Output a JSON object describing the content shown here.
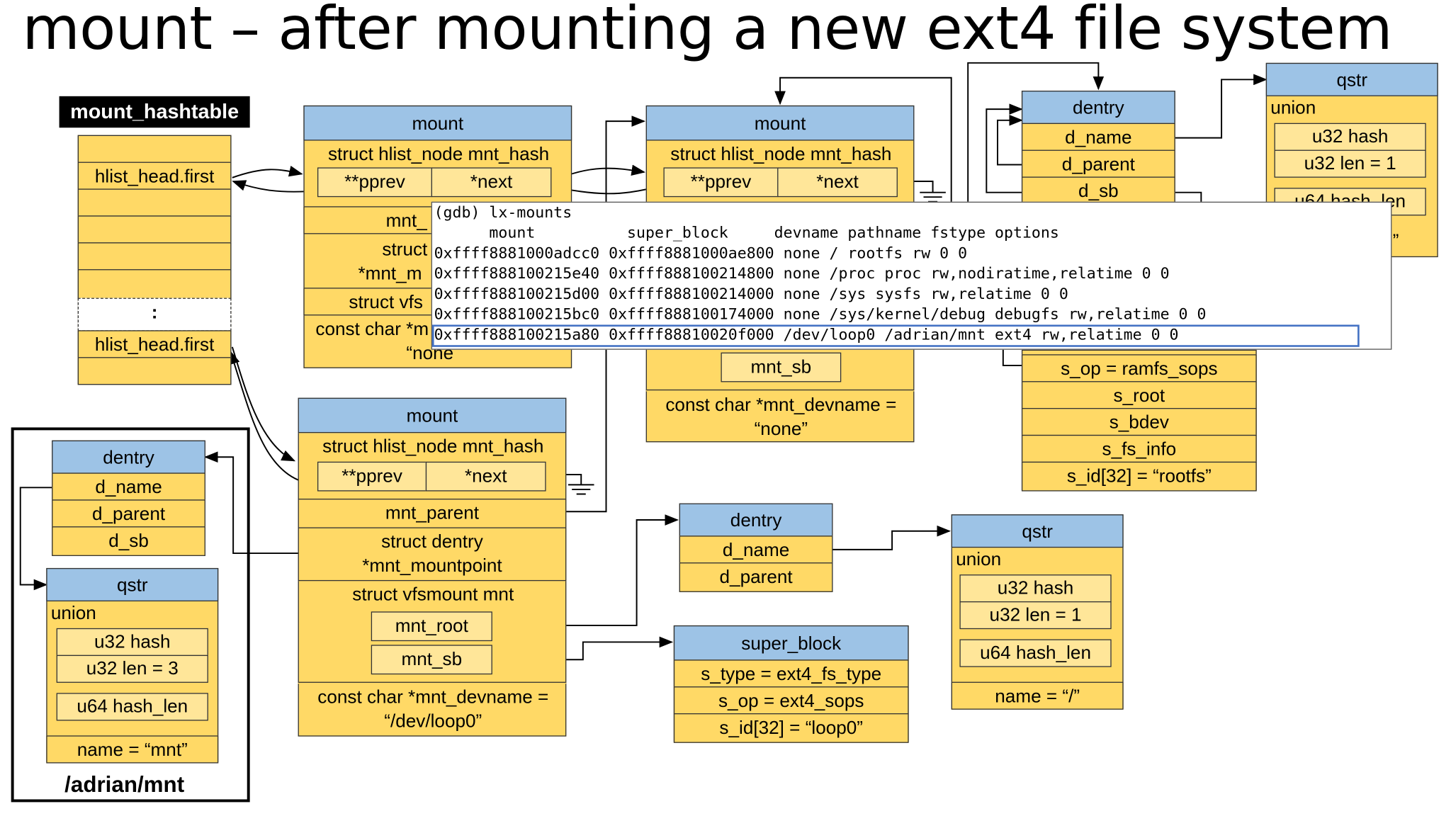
{
  "title": "mount – after mounting a new ext4 file system",
  "hashtable": {
    "label": "mount_hashtable",
    "first_row": "hlist_head.first",
    "ellipsis": ":",
    "last_row": "hlist_head.first"
  },
  "mount1": {
    "header": "mount",
    "hash": "struct hlist_node mnt_hash",
    "pprev": "**pprev",
    "next": "*next",
    "r1": "mnt_",
    "r2a": "struct",
    "r2b": "*mnt_m",
    "r3": "struct vfs",
    "r4a": "const char *m",
    "r4b": "“none"
  },
  "mount2": {
    "header": "mount",
    "hash": "struct hlist_node mnt_hash",
    "pprev": "**pprev",
    "next": "*next",
    "mnt_sb": "mnt_sb",
    "devname": "const char *mnt_devname =",
    "devname_val": "“none”"
  },
  "dentry_top": {
    "header": "dentry",
    "d_name": "d_name",
    "d_parent": "d_parent",
    "d_sb": "d_sb"
  },
  "qstr_top": {
    "header": "qstr",
    "union": "union",
    "hash": "u32  hash",
    "len": "u32 len = 1",
    "hash_len": "u64 hash_len",
    "tail": "”"
  },
  "sb_top": {
    "s_op": "s_op = ramfs_sops",
    "s_root": "s_root",
    "s_bdev": "s_bdev",
    "s_fs_info": "s_fs_info",
    "s_id": "s_id[32] = “rootfs”"
  },
  "gdb": {
    "cmd": "(gdb) lx-mounts",
    "header": "      mount          super_block     devname pathname fstype options",
    "rows": [
      "0xffff8881000adcc0 0xffff8881000ae800 none / rootfs rw 0 0",
      "0xffff888100215e40 0xffff888100214800 none /proc proc rw,nodiratime,relatime 0 0",
      "0xffff888100215d00 0xffff888100214000 none /sys sysfs rw,relatime 0 0",
      "0xffff888100215bc0 0xffff888100174000 none /sys/kernel/debug debugfs rw,relatime 0 0",
      "0xffff888100215a80 0xffff88810020f000 /dev/loop0 /adrian/mnt ext4 rw,relatime 0 0"
    ]
  },
  "mount3": {
    "header": "mount",
    "hash": "struct hlist_node mnt_hash",
    "pprev": "**pprev",
    "next": "*next",
    "mnt_parent": "mnt_parent",
    "mountpoint_a": "struct dentry",
    "mountpoint_b": "*mnt_mountpoint",
    "vfsmount": "struct vfsmount mnt",
    "mnt_root": "mnt_root",
    "mnt_sb": "mnt_sb",
    "devname": "const char *mnt_devname =",
    "devname_val": "“/dev/loop0”"
  },
  "dentry_left": {
    "header": "dentry",
    "d_name": "d_name",
    "d_parent": "d_parent",
    "d_sb": "d_sb"
  },
  "qstr_left": {
    "header": "qstr",
    "union": "union",
    "hash": "u32  hash",
    "len": "u32 len = 3",
    "hash_len": "u64 hash_len",
    "name": "name = “mnt”"
  },
  "frame_label": "/adrian/mnt",
  "dentry_mid": {
    "header": "dentry",
    "d_name": "d_name",
    "d_parent": "d_parent"
  },
  "qstr_right": {
    "header": "qstr",
    "union": "union",
    "hash": "u32  hash",
    "len": "u32 len = 1",
    "hash_len": "u64 hash_len",
    "name": "name = “/”"
  },
  "sb_bottom": {
    "header": "super_block",
    "s_type": "s_type = ext4_fs_type",
    "s_op": "s_op = ext4_sops",
    "s_id": "s_id[32] = “loop0”"
  },
  "colors": {
    "header_blue": "#9dc3e6",
    "field_yellow": "#ffd966",
    "highlight_blue": "#4472c4"
  }
}
